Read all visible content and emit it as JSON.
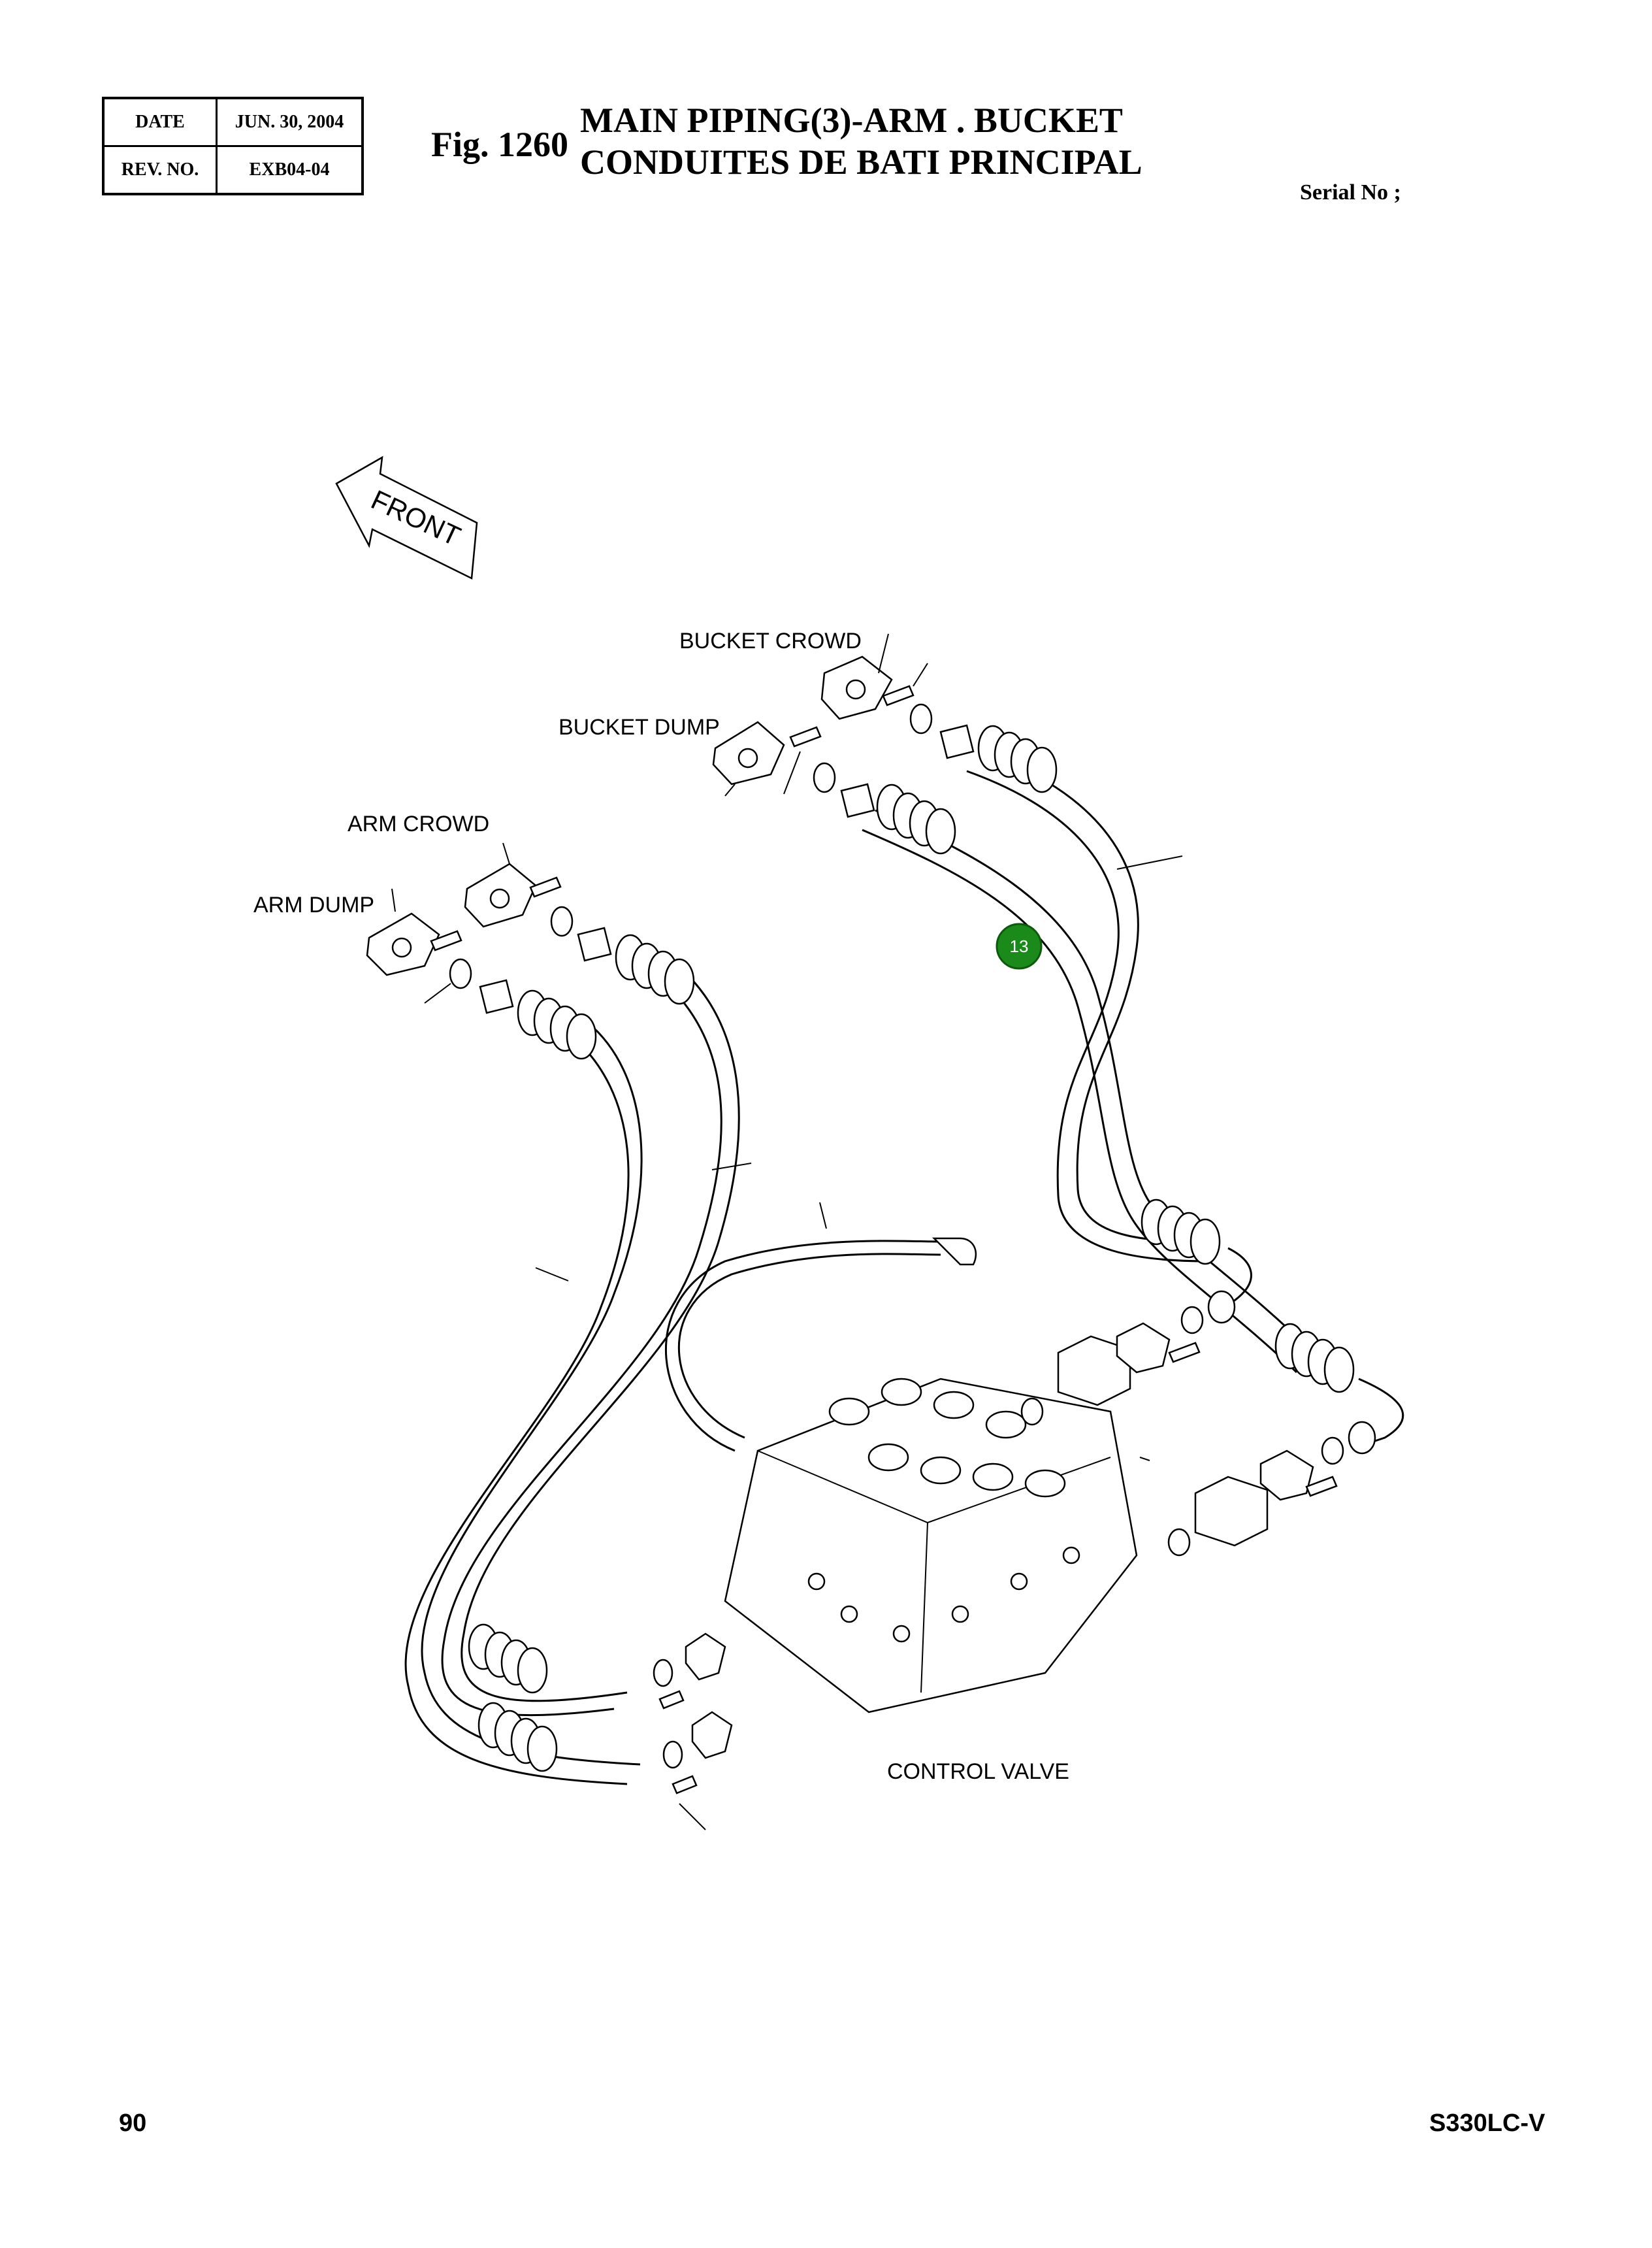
{
  "header": {
    "date_label": "DATE",
    "date_value": "JUN. 30, 2004",
    "rev_label": "REV. NO.",
    "rev_value": "EXB04-04",
    "fig_number": "Fig. 1260",
    "title_line1": "MAIN PIPING(3)-ARM . BUCKET",
    "title_line2": "CONDUITES DE BATI PRINCIPAL",
    "serial": "Serial No ;"
  },
  "diagram": {
    "front_arrow": "FRONT",
    "labels": {
      "bucket_crowd": "BUCKET CROWD",
      "bucket_dump": "BUCKET DUMP",
      "arm_crowd": "ARM CROWD",
      "arm_dump": "ARM DUMP",
      "control_valve": "CONTROL VALVE"
    },
    "callout": {
      "number": "13",
      "color": "#1a8a1a"
    }
  },
  "footer": {
    "page_number": "90",
    "model": "S330LC-V"
  }
}
